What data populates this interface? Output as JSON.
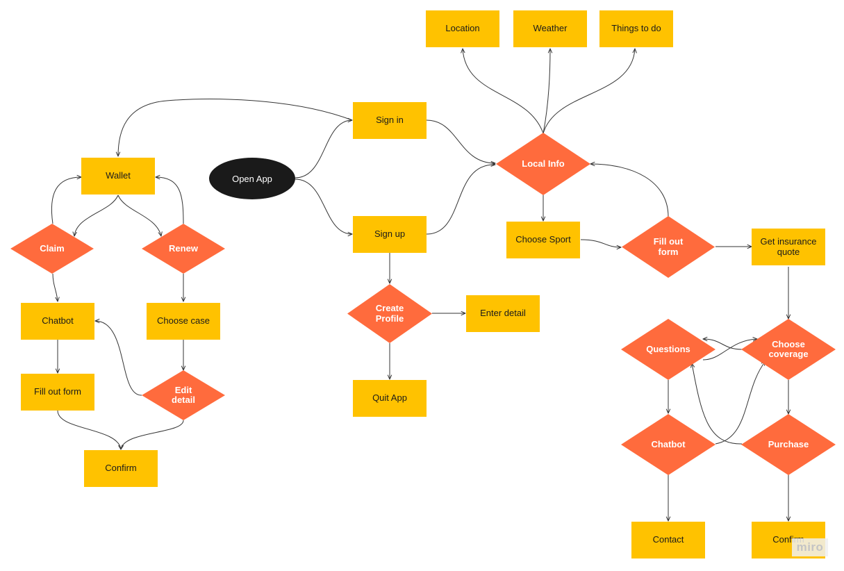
{
  "colors": {
    "box": "#ffc200",
    "decision": "#ff6b3d",
    "start": "#1a1a1a",
    "connector": "#333333"
  },
  "nodes": {
    "location": "Location",
    "weather": "Weather",
    "things_to_do": "Things to do",
    "sign_in": "Sign in",
    "sign_up": "Sign up",
    "open_app": "Open App",
    "local_info": "Local Info",
    "wallet": "Wallet",
    "claim": "Claim",
    "renew": "Renew",
    "chatbot_left": "Chatbot",
    "choose_case": "Choose case",
    "fill_out_form_left": "Fill out form",
    "edit_detail": "Edit\ndetail",
    "confirm_left": "Confirm",
    "create_profile": "Create\nProfile",
    "enter_detail": "Enter detail",
    "quit_app": "Quit App",
    "choose_sport": "Choose Sport",
    "fill_out_form_right": "Fill out\nform",
    "get_insurance_quote": "Get insurance\nquote",
    "questions": "Questions",
    "choose_coverage": "Choose\ncoverage",
    "chatbot_right": "Chatbot",
    "purchase": "Purchase",
    "contact": "Contact",
    "confirm_right": "Confirm"
  },
  "watermark": "miro"
}
